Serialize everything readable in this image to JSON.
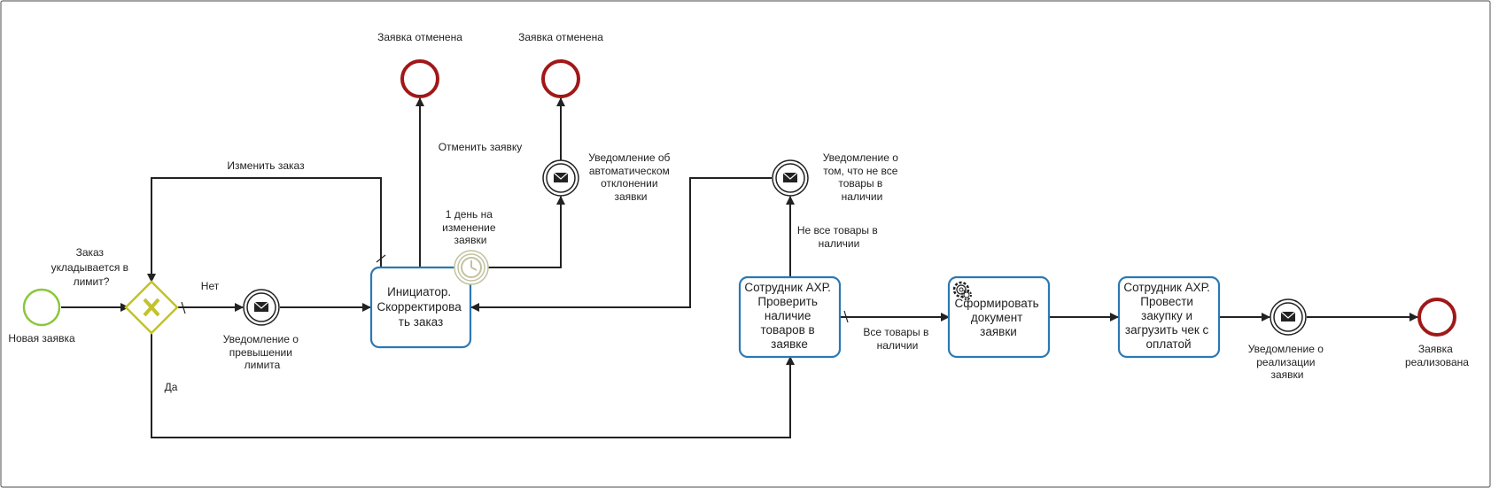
{
  "colors": {
    "start_event": "#8cc63f",
    "end_event": "#a01818",
    "task_border": "#2b78b4",
    "gateway": "#c2c22a",
    "timer": "#c2c2a0",
    "flow": "#222222"
  },
  "events": {
    "start": {
      "label": "Новая заявка",
      "type": "start"
    },
    "end_cancel_1": {
      "label": "Заявка отменена",
      "type": "end"
    },
    "end_cancel_2": {
      "label": "Заявка отменена",
      "type": "end"
    },
    "end_done": {
      "label_lines": [
        "Заявка",
        "реализована"
      ],
      "type": "end"
    },
    "msg_limit": {
      "label_lines": [
        "Уведомление о",
        "превышении",
        "лимита"
      ],
      "icon": "envelope-icon"
    },
    "msg_auto_reject": {
      "label_lines": [
        "Уведомление об",
        "автоматическом",
        "отклонении",
        "заявки"
      ],
      "icon": "envelope-icon"
    },
    "msg_not_all": {
      "label_lines": [
        "Уведомление о",
        "том, что не все",
        "товары в",
        "наличии"
      ],
      "icon": "envelope-icon"
    },
    "msg_done": {
      "label_lines": [
        "Уведомление о",
        "реализации",
        "заявки"
      ],
      "icon": "envelope-icon"
    },
    "timer": {
      "label_lines": [
        "1 день на",
        "изменение",
        "заявки"
      ],
      "icon": "clock-icon"
    }
  },
  "gateway": {
    "label_lines": [
      "Заказ",
      "укладывается в",
      "лимит?"
    ],
    "icon": "x-icon"
  },
  "tasks": {
    "initiator": {
      "label_lines": [
        "Инициатор.",
        "Скорректирова",
        "ть заказ"
      ]
    },
    "check": {
      "label_lines": [
        "Сотрудник АХР.",
        "Проверить",
        "наличие",
        "товаров в",
        "заявке"
      ]
    },
    "form_doc": {
      "label_lines": [
        "Сформировать",
        "документ",
        "заявки"
      ],
      "icon": "gear-icon"
    },
    "purchase": {
      "label_lines": [
        "Сотрудник АХР.",
        "Провести",
        "закупку и",
        "загрузить чек с",
        "оплатой"
      ]
    }
  },
  "flow_labels": {
    "no": "Нет",
    "yes": "Да",
    "change_order": "Изменить заказ",
    "cancel_request": "Отменить заявку",
    "not_all_lines": [
      "Не все товары в",
      "наличии"
    ],
    "all_lines": [
      "Все товары в",
      "наличии"
    ]
  }
}
